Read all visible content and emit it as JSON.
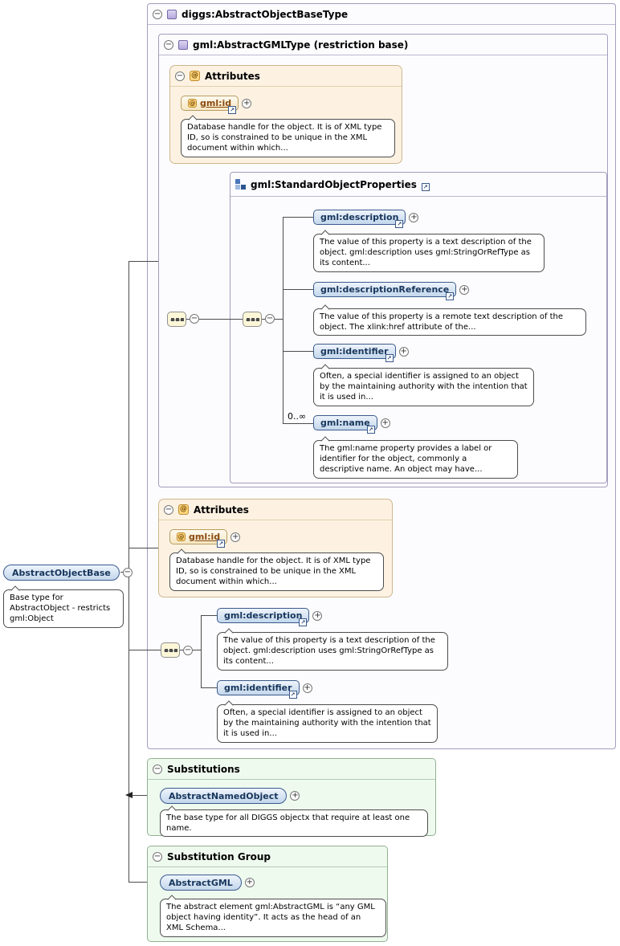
{
  "icons": {
    "collapse": "−",
    "expand": "+",
    "link": "↗",
    "at": "@"
  },
  "colors": {
    "frame_border": "#a49cbe",
    "frame_bg": "#fcfcfe",
    "attributes_bg": "#fdf2e2",
    "attributes_border": "#cdb68f",
    "element_badge_bg": "#c3d7ec",
    "element_badge_border": "#3a5a8c",
    "element_text": "#17365d",
    "attribute_text": "#8a4a10",
    "substitution_bg": "#effaef",
    "substitution_border": "#92b192",
    "connector": "#4c4c4c"
  },
  "outer_type": {
    "title": "diggs:AbstractObjectBaseType"
  },
  "gml_type": {
    "title": "gml:AbstractGMLType (restriction base)",
    "attributes": {
      "header": "Attributes",
      "attr": {
        "name": "gml:id",
        "doc": "Database handle for the object. It is of XML type ID, so is constrained to be unique in the XML document within which..."
      }
    },
    "group": {
      "title": "gml:StandardObjectProperties",
      "elements": [
        {
          "name": "gml:description",
          "doc": "The value of this property is a text description of the object. gml:description uses gml:StringOrRefType as its content..."
        },
        {
          "name": "gml:descriptionReference",
          "doc": "The value of this property is a remote text description of the object. The xlink:href attribute of the..."
        },
        {
          "name": "gml:identifier",
          "doc": "Often, a special identifier is assigned to an object by the maintaining authority with the intention that it is used in..."
        },
        {
          "name": "gml:name",
          "cardinality": "0..∞",
          "doc": "The gml:name property provides a label or identifier for the object, commonly a descriptive name. An object may have..."
        }
      ]
    }
  },
  "restriction": {
    "attributes": {
      "header": "Attributes",
      "attr": {
        "name": "gml:id",
        "doc": "Database handle for the object. It is of XML type ID, so is constrained to be unique in the XML document within which..."
      }
    },
    "elements": [
      {
        "name": "gml:description",
        "doc": "The value of this property is a text description of the object. gml:description uses gml:StringOrRefType as its content..."
      },
      {
        "name": "gml:identifier",
        "doc": "Often, a special identifier is assigned to an object by the maintaining authority with the intention that it is used in..."
      }
    ]
  },
  "root": {
    "name": "AbstractObjectBase",
    "doc": "Base type for AbstractObject - restricts gml:Object"
  },
  "substitutions": {
    "header": "Substitutions",
    "element": {
      "name": "AbstractNamedObject",
      "doc": "The base type for all DIGGS objectx that require at least one name."
    }
  },
  "substitution_group": {
    "header": "Substitution Group",
    "element": {
      "name": "AbstractGML",
      "doc": "The abstract element gml:AbstractGML is “any GML object having identity”. It acts as the head of an XML Schema..."
    }
  }
}
